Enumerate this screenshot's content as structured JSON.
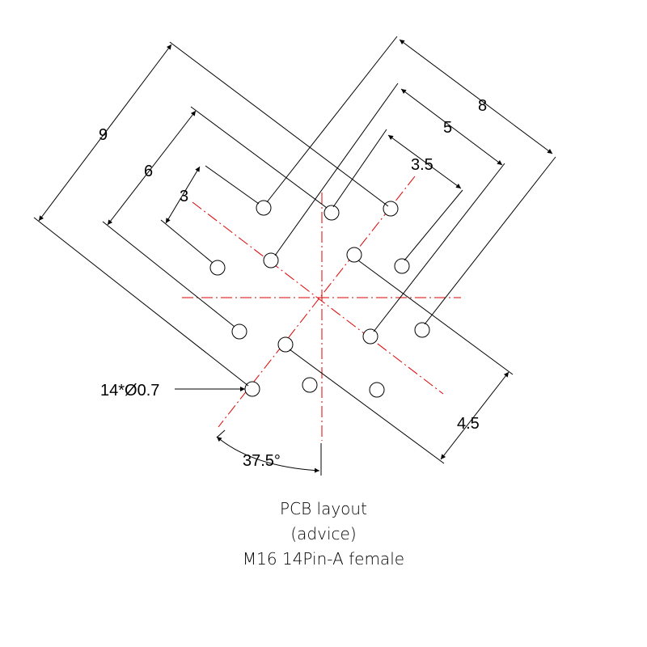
{
  "dimensions": {
    "d9": "9",
    "d6": "6",
    "d3": "3",
    "d8": "8",
    "d5": "5",
    "d3_5": "3.5",
    "d4_5": "4.5",
    "angle": "37.5°",
    "holes": "14*Ø0.7"
  },
  "caption": {
    "line1": "PCB layout",
    "line2": "(advice)",
    "line3": "M16 14Pin-A female"
  },
  "colors": {
    "line": "#000000",
    "centerline": "#e00000"
  }
}
